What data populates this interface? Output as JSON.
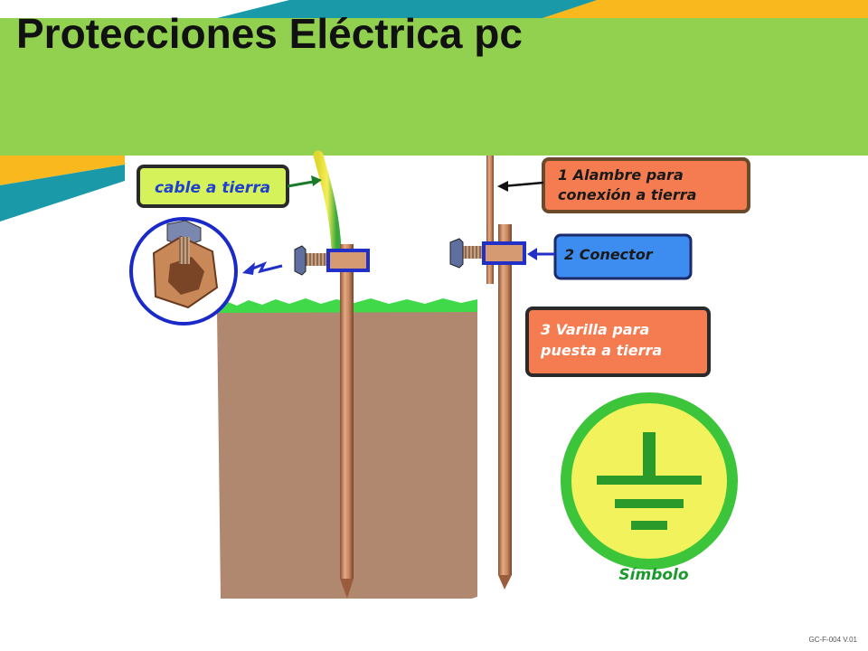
{
  "slide": {
    "title": "Protecciones Eléctrica pc",
    "footer_code": "GC-F-004 V.01"
  },
  "diagram": {
    "labels": {
      "cable_a_tierra": "cable a tierra",
      "alambre_line1": "1 Alambre para",
      "alambre_line2": "conexión a tierra",
      "conector": "2 Conector",
      "varilla_line1": "3 Varilla para",
      "varilla_line2": "puesta a tierra",
      "simbolo": "Símbolo"
    }
  },
  "colors": {
    "title_band": "#92d050",
    "deco_teal": "#1a9aa8",
    "deco_yellow": "#f9b81e",
    "soil": "#b08870",
    "grass": "#3fd94a",
    "copper": "#c98a62",
    "label_green": "#d6f25a",
    "label_orange": "#f47c50",
    "label_blue": "#3d8cf0",
    "symbol_green": "#3cc43a",
    "symbol_yellow": "#f2f25c"
  }
}
